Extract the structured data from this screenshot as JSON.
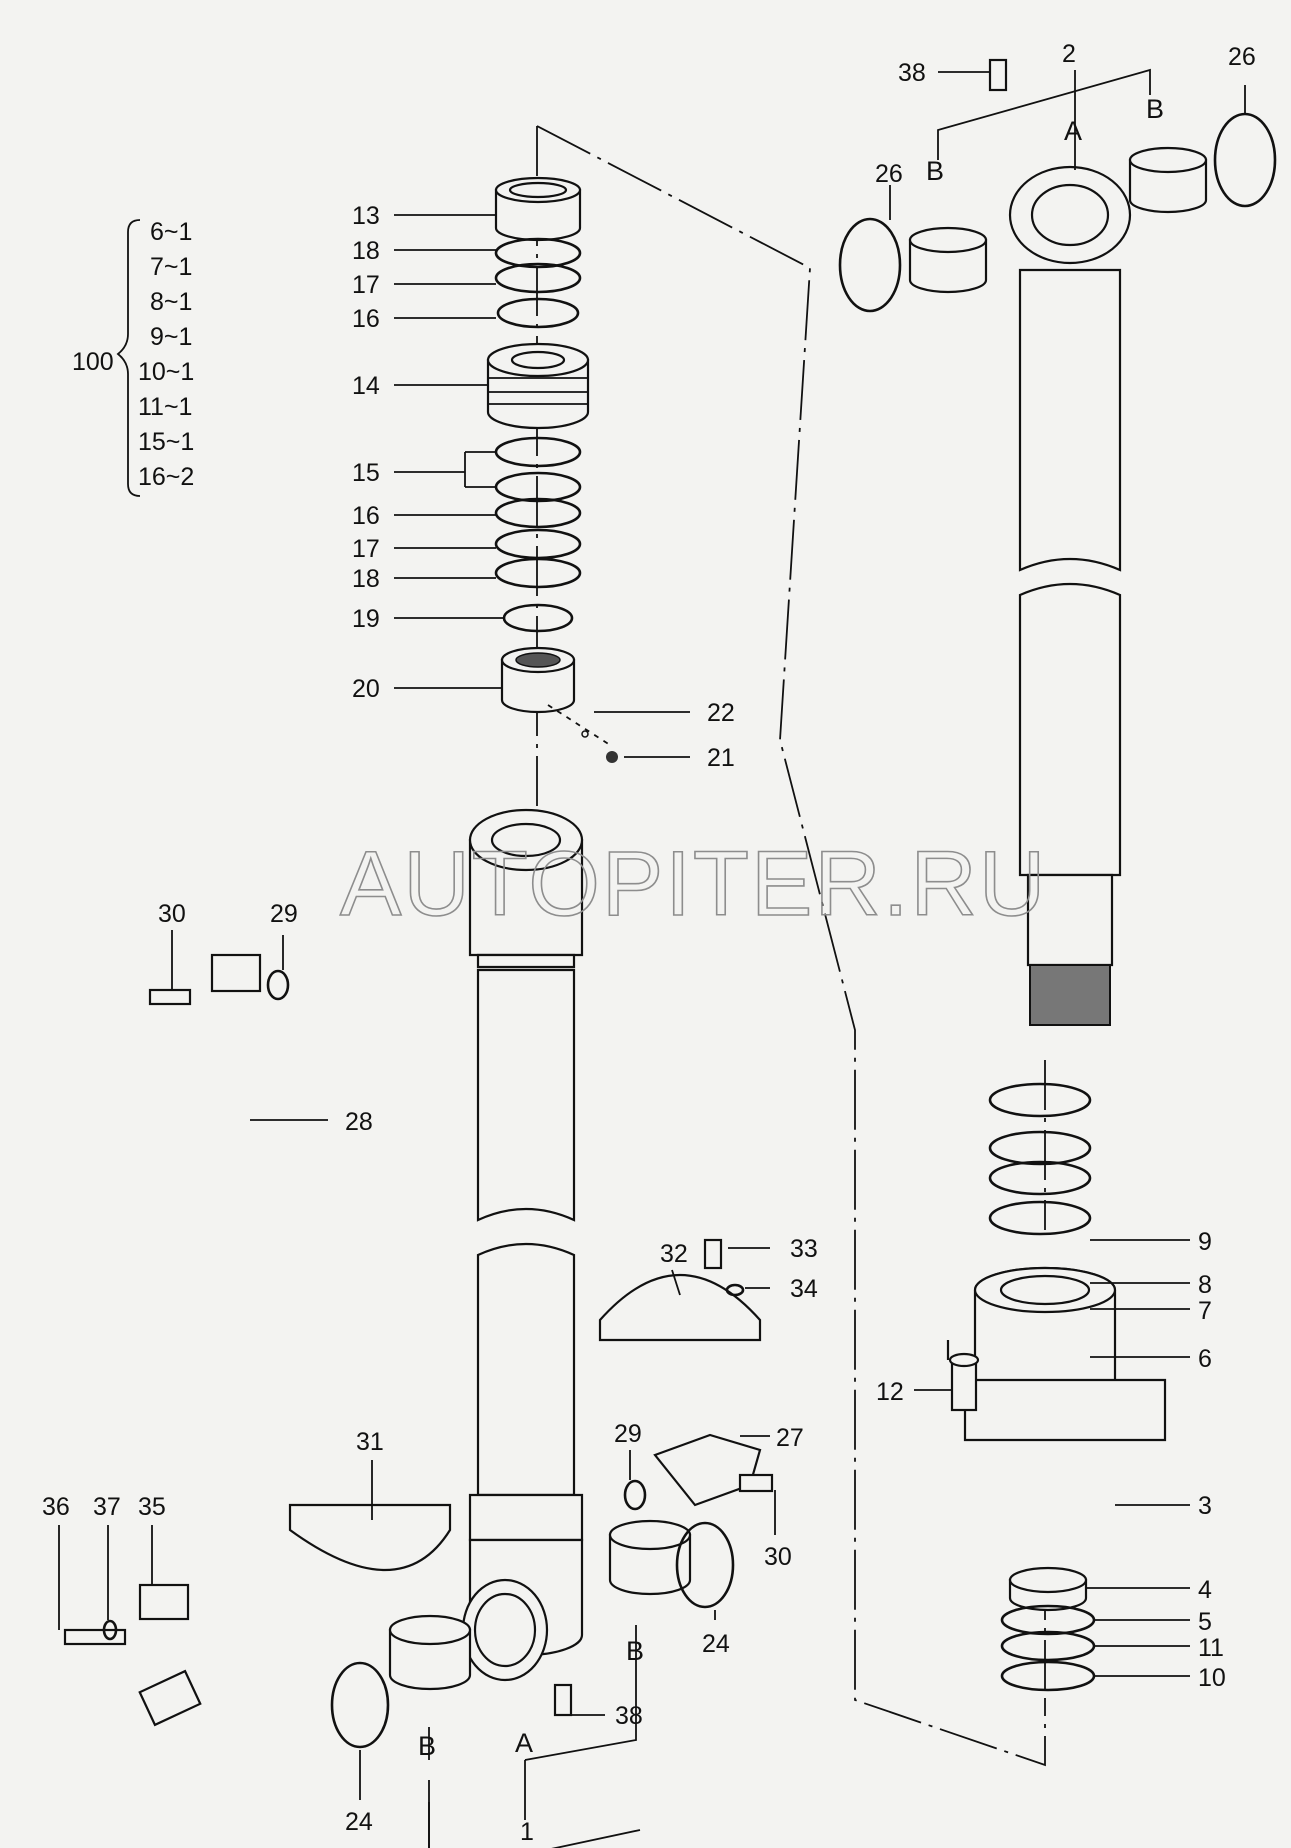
{
  "watermark": "AUTOPITER.RU",
  "kit": {
    "label": "100",
    "items": [
      "6~1",
      "7~1",
      "8~1",
      "9~1",
      "10~1",
      "11~1",
      "15~1",
      "16~2"
    ]
  },
  "callouts": {
    "c13": "13",
    "c18a": "18",
    "c17a": "17",
    "c16a": "16",
    "c14": "14",
    "c15": "15",
    "c16b": "16",
    "c17b": "17",
    "c18b": "18",
    "c19": "19",
    "c20": "20",
    "c22": "22",
    "c21": "21",
    "c38top": "38",
    "c2": "2",
    "c26a": "26",
    "c26b": "26",
    "c30a": "30",
    "c29a": "29",
    "c28": "28",
    "c32": "32",
    "c33": "33",
    "c34": "34",
    "c9": "9",
    "c8": "8",
    "c7": "7",
    "c6": "6",
    "c12": "12",
    "c3": "3",
    "c4": "4",
    "c5": "5",
    "c11": "11",
    "c10": "10",
    "c31": "31",
    "c29b": "29",
    "c27": "27",
    "c30b": "30",
    "c36": "36",
    "c37": "37",
    "c35": "35",
    "c24a": "24",
    "c24b": "24",
    "c38bot": "38",
    "c1": "1"
  },
  "letters": {
    "a_top": "A",
    "b_top_left": "B",
    "b_top_right": "B",
    "a_bot": "A",
    "b_bot_left": "B",
    "b_bot_right": "B"
  }
}
